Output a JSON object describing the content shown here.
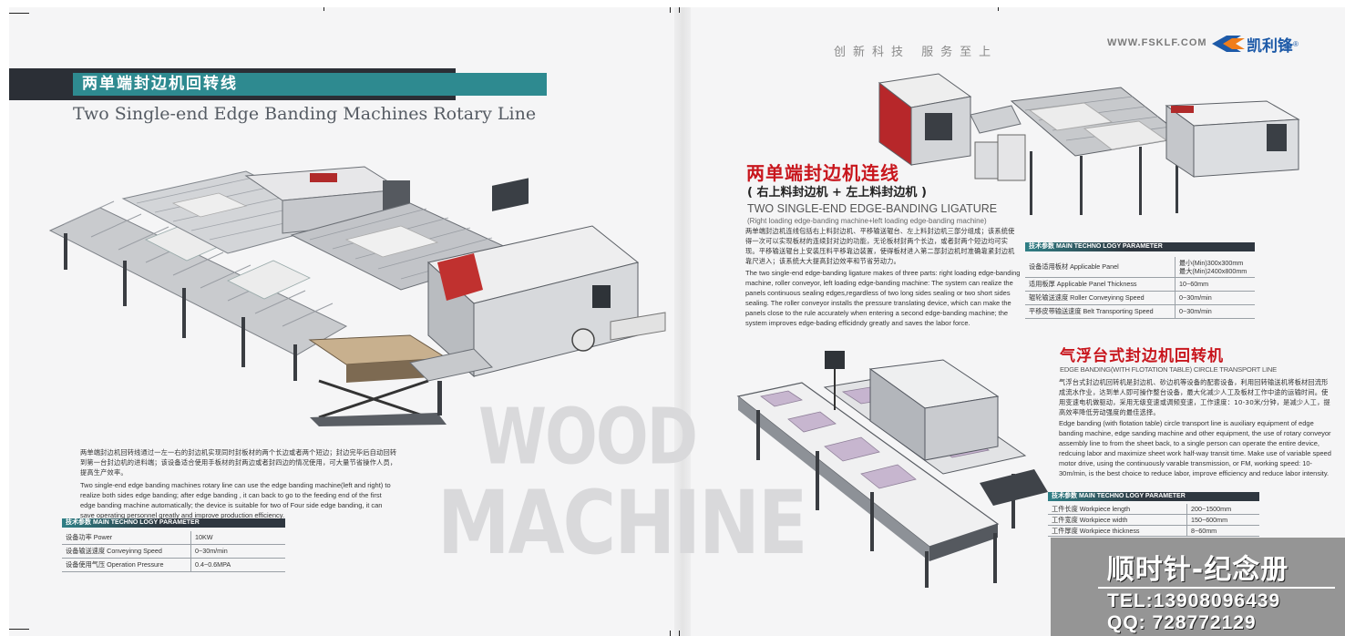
{
  "header": {
    "slogan": "创新科技  服务至上",
    "website": "WWW.FSKLF.COM",
    "brand_name": "凯利锋",
    "brand_mark": "®",
    "accent_blue": "#1d5aa8",
    "accent_red": "#c8161d",
    "accent_teal": "#2e8a90"
  },
  "left_page": {
    "title_cn": "两单端封边机回转线",
    "title_en": "Two Single-end Edge Banding Machines Rotary Line",
    "desc_cn": "两单端封边机回转线通过一左一右的封边机实现同时封板材的两个长边或者两个短边；封边完毕后自动回转到第一台封边机的进料端；该设备适合使用手板材的封两边或者封四边的情况使用，可大量节省操作人员，提高生产效率。",
    "desc_en": "Two single-end edge banding machines rotary line can use the edge banding machine(left and right) to realize both sides edge banding; after edge banding , it can back to go to the feeding end of the first edge banding machine automatically; the device is suitable for two of Four side edge banding, it can save operating personnel greatly and improve production efficiency.",
    "spec": {
      "header": "技术参数  MAIN TECHNO LOGY PARAMETER",
      "rows": [
        {
          "key": "设备功率 Power",
          "value": "10KW"
        },
        {
          "key": "设备输送速度 Conveyinng Speed",
          "value": "0~30m/min"
        },
        {
          "key": "设备使用气压 Operation Pressure",
          "value": "0.4~0.6MPA"
        }
      ]
    }
  },
  "watermark": {
    "line1": "WOOD",
    "line2": "MACHINE"
  },
  "ligature": {
    "title_cn": "两单端封边机连线",
    "subtitle_cn": "( 右上料封边机 + 左上料封边机 )",
    "title_en": "TWO SINGLE-END EDGE-BANDING LIGATURE",
    "subtitle_en": "(Right loading edge-banding machine+left loading edge-banding machine)",
    "desc_cn": "两单端封边机连线包括右上料封边机、平移输送辊台、左上料封边机三部分组成；该系统使得一次可以实现板材的连续封对边的功能，无论板材封两个长边，或者封两个短边均可实现。平移输送辊台上安装压料平移靠边装置，使得板材进入第二部封边机时准确靠紧封边机靠尺进入；该系统大大提高封边效率和节省劳动力。",
    "desc_en": "The two single-end edge-banding ligature makes of three parts: right loading edge-banding machine, roller conveyor, left loading edge-banding machine: The system can realize the panels continuous sealing edges,regardless of two long sides sealing or two short sides sealing. The roller conveyor installs the pressure translating device, which can make the panels close to the rule accurately when entering a second edge-banding machine; the system improves edge-bading efficidndy greatly and saves the labor force.",
    "spec": {
      "header": "技术参数  MAIN TECHNO LOGY PARAMETER",
      "rows": [
        {
          "key": "设备适用板材 Applicable Panel",
          "value": "最小(Min)300x300mm",
          "value2": "最大(Min)2400x800mm"
        },
        {
          "key": "适用板厚 Applicable Panel Thickness",
          "value": "10~60mm"
        },
        {
          "key": "辊轮输送速度 Roller Conveyinng Speed",
          "value": "0~30m/min"
        },
        {
          "key": "平移皮带输送速度 Belt Transporting Speed",
          "value": "0~30m/min"
        }
      ]
    }
  },
  "air_table": {
    "title_cn": "气浮台式封边机回转机",
    "title_en": "EDGE BANDING(WITH FLOTATION TABLE) CIRCLE TRANSPORT LINE",
    "desc_cn": "气浮台式封边机回转机是封边机、砂边机等设备的配套设备，利用回转输送机将板材回流形成流水作业，达到单人即可操作整台设备，最大化减少人工及板材工作中途的运输时间。使用变速电机做驱动，采用无级变速或调频变速，工作速度：10-30米/分钟，是减少人工，提高效率降低劳动强度的最佳选择。",
    "desc_en": "Edge banding (with flotation table) circle transport line is auxiliary equipment of edge banding machine, edge sanding machine and other equipment, the use of rotary conveyor assembly line to from the sheet back, to a single person can operate the entire device, redcuing labor and maximize sheet work half-way transit time. Make use of variable speed motor drive, using the continuously varable transmission, or FM, working speed: 10-30m/min, is the best choice to reduce labor, improve efficiency and reduce labor intensity.",
    "spec": {
      "header": "技术参数  MAIN TECHNO LOGY PARAMETER",
      "rows": [
        {
          "key": "工件长度 Workpiece length",
          "value": "200~1500mm"
        },
        {
          "key": "工件宽度 Workpiece width",
          "value": "150~600mm"
        },
        {
          "key": "工件厚度 Workpiece thickness",
          "value": "8~60mm"
        }
      ]
    }
  },
  "contact": {
    "title": "顺时针-纪念册",
    "tel": "TEL:13908096439",
    "qq": "QQ: 728772129"
  }
}
